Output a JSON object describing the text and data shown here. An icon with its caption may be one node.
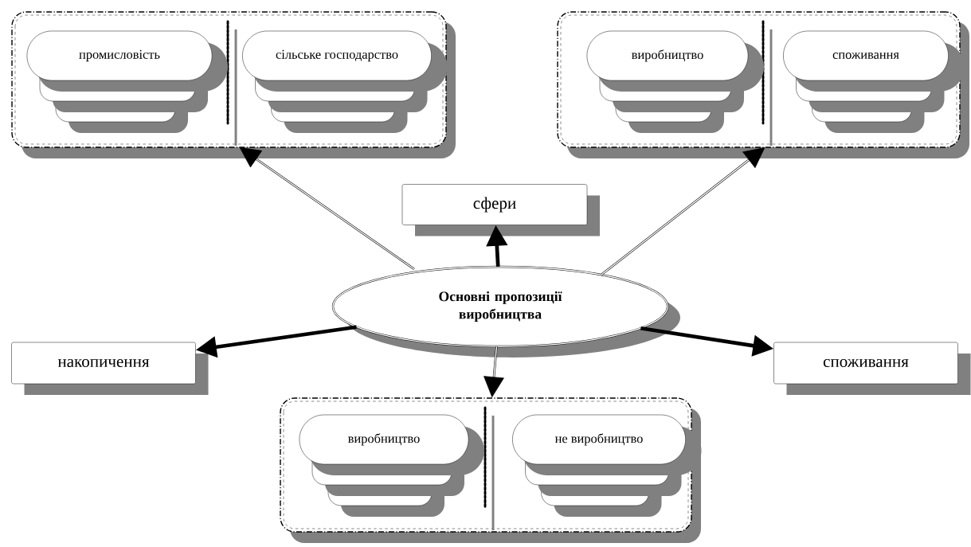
{
  "diagram": {
    "nodes": [
      {
        "text": [
          "Основні пропозиції виробництва"
        ]
      },
      {
        "text": [],
        "shape": "box"
      },
      {
        "text": [
          "промисловість"
        ],
        "in": 1
      },
      {
        "text": [
          "сільське господарство"
        ],
        "in": 1
      },
      {
        "text": [],
        "shape": "box"
      },
      {
        "text": [
          "виробництво"
        ],
        "in": 4
      },
      {
        "text": [
          "споживання"
        ],
        "in": 4
      },
      {
        "text": [
          "сфери"
        ]
      },
      {
        "text": [
          "накопичення"
        ]
      },
      {
        "text": [
          "споживання"
        ]
      },
      {
        "text": [],
        "shape": "box"
      },
      {
        "text": [
          "виробництво"
        ],
        "in": 10
      },
      {
        "text": [
          "не виробництво"
        ],
        "in": 10
      }
    ],
    "edges": [
      {
        "from": 0,
        "to": 1,
        "arrow": "to"
      },
      {
        "from": 0,
        "to": 4,
        "arrow": "to"
      },
      {
        "from": 0,
        "to": 7,
        "arrow": "to",
        "style": "thick"
      },
      {
        "from": 0,
        "to": 8,
        "arrow": "to",
        "style": "thick"
      },
      {
        "from": 0,
        "to": 9,
        "arrow": "to",
        "style": "thick"
      },
      {
        "from": 0,
        "to": 10,
        "arrow": "to"
      }
    ]
  }
}
